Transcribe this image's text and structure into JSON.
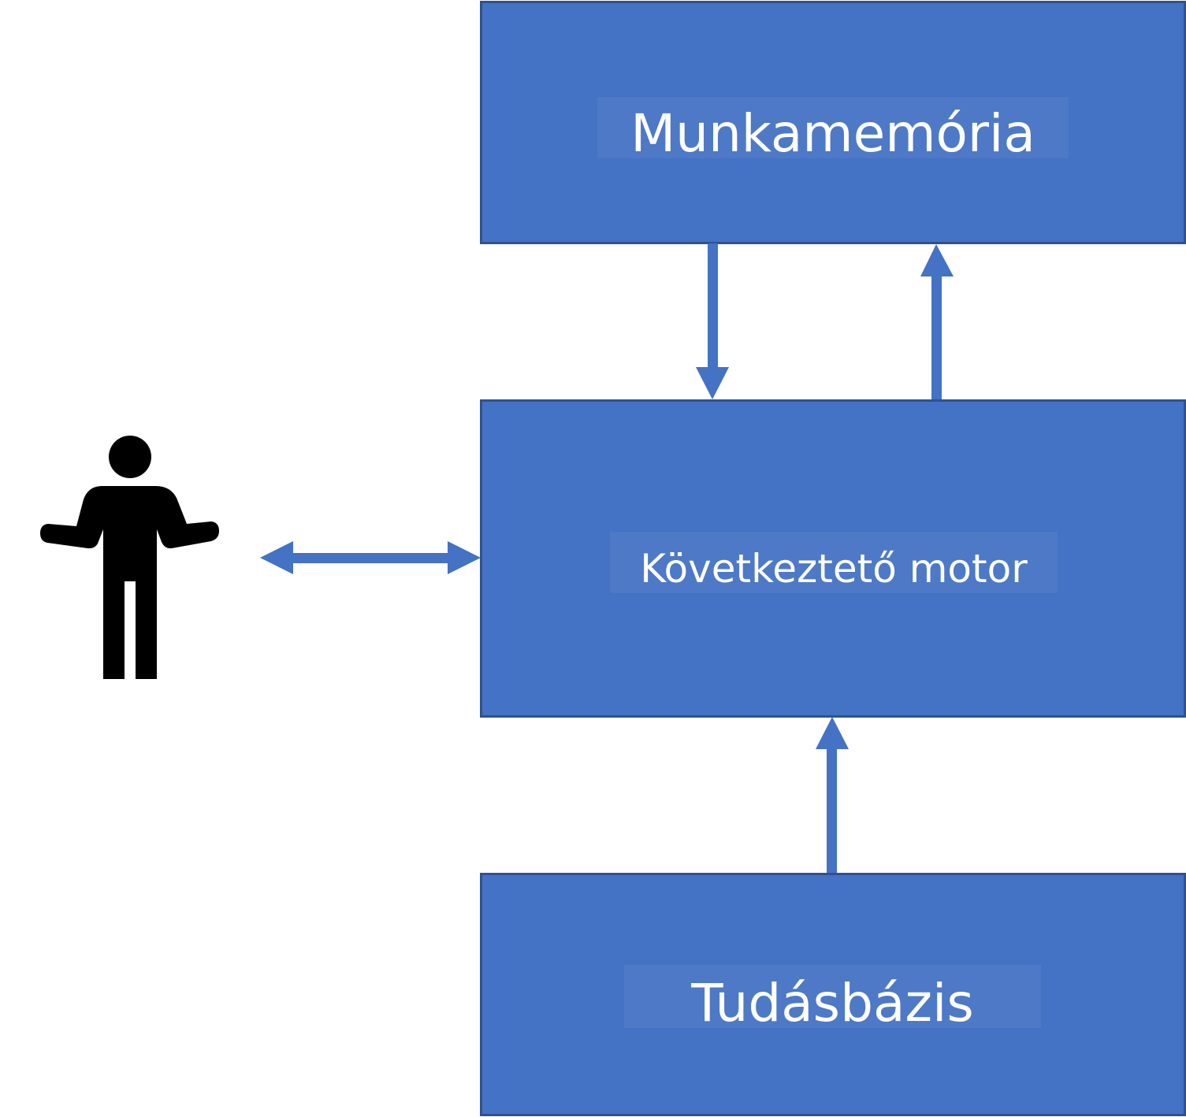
{
  "diagram": {
    "nodes": {
      "working_memory": {
        "label": "Munkamemória"
      },
      "inference_engine": {
        "label": "Következtető motor"
      },
      "knowledge_base": {
        "label": "Tudásbázis"
      }
    },
    "actor": {
      "icon": "person-icon"
    },
    "edges": [
      {
        "from": "working_memory",
        "to": "inference_engine",
        "direction": "down"
      },
      {
        "from": "inference_engine",
        "to": "working_memory",
        "direction": "up"
      },
      {
        "from": "knowledge_base",
        "to": "inference_engine",
        "direction": "up"
      },
      {
        "from": "actor",
        "to": "inference_engine",
        "direction": "bidirectional"
      }
    ],
    "colors": {
      "box_fill": "#4472c4",
      "box_border": "#2f528f",
      "arrow": "#4472c4",
      "actor": "#000000",
      "text": "#ffffff"
    }
  }
}
